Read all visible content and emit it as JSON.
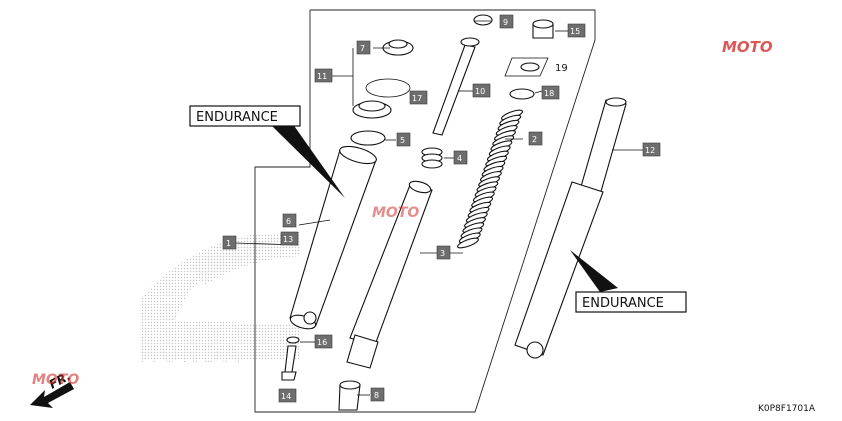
{
  "diagram_code": "K0P8F1701A",
  "direction_label": "FR.",
  "endurance_label_left": "ENDURANCE",
  "endurance_label_right": "ENDURANCE",
  "background_logo_text": "HONDA",
  "watermark_text": "MOTO",
  "colors": {
    "callout": "#6e6e6e",
    "line": "#111111",
    "watermark_red": "#d32f2f",
    "honda_dots": "#c8c8c8"
  },
  "callouts": [
    {
      "id": "1",
      "label": "1"
    },
    {
      "id": "2",
      "label": "2"
    },
    {
      "id": "3",
      "label": "3"
    },
    {
      "id": "4",
      "label": "4"
    },
    {
      "id": "5",
      "label": "5"
    },
    {
      "id": "6",
      "label": "6"
    },
    {
      "id": "7",
      "label": "7"
    },
    {
      "id": "8",
      "label": "8"
    },
    {
      "id": "9",
      "label": "9"
    },
    {
      "id": "10",
      "label": "10"
    },
    {
      "id": "11",
      "label": "11"
    },
    {
      "id": "12",
      "label": "12"
    },
    {
      "id": "13",
      "label": "13"
    },
    {
      "id": "14",
      "label": "14"
    },
    {
      "id": "15",
      "label": "15"
    },
    {
      "id": "16",
      "label": "16"
    },
    {
      "id": "17",
      "label": "17"
    },
    {
      "id": "18",
      "label": "18"
    },
    {
      "id": "19",
      "label": "19"
    }
  ]
}
